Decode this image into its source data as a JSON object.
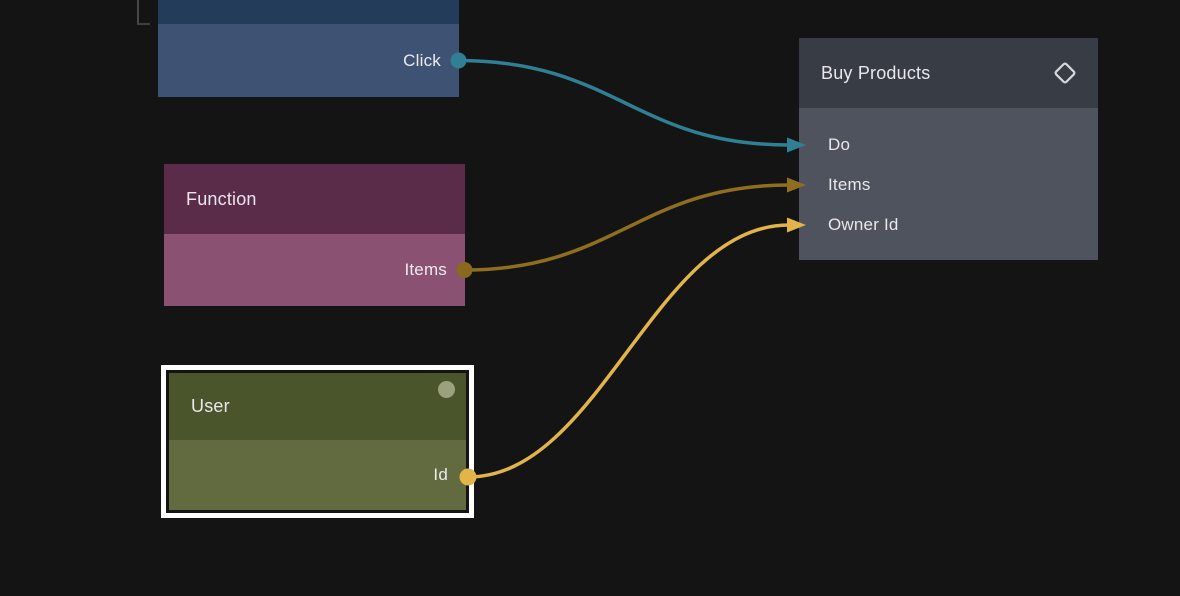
{
  "canvas": {
    "background_color": "#141414"
  },
  "nodes": {
    "event": {
      "header_color": "#233C59",
      "body_color": "#3E5273",
      "outputs": [
        {
          "label": "Click",
          "port_color": "#2F8095"
        }
      ]
    },
    "function": {
      "title": "Function",
      "header_color": "#5B2C4A",
      "body_color": "#8A5173",
      "outputs": [
        {
          "label": "Items",
          "port_color": "#8A691E"
        }
      ]
    },
    "user": {
      "title": "User",
      "selected": true,
      "selection_color": "#FFFFFF",
      "header_color": "#4B552B",
      "body_color": "#626A3F",
      "status_dot_color": "#9AA17C",
      "outputs": [
        {
          "label": "Id",
          "port_color": "#E2B449"
        }
      ]
    },
    "buy_products": {
      "title": "Buy Products",
      "header_icon": "diamond-icon",
      "header_icon_color": "#D6D8DB",
      "header_color": "#383C45",
      "body_color": "#4F535D",
      "inputs": [
        {
          "label": "Do",
          "port_color": "#2F8095"
        },
        {
          "label": "Items",
          "port_color": "#8F6E1F"
        },
        {
          "label": "Owner Id",
          "port_color": "#E2B449"
        }
      ]
    }
  },
  "edges": [
    {
      "from_port": "Click",
      "to_port": "Do",
      "color": "#2F8095"
    },
    {
      "from_port": "Items",
      "to_port": "Items",
      "color": "#8F6E1F"
    },
    {
      "from_port": "Id",
      "to_port": "Owner Id",
      "color": "#E2B449"
    }
  ]
}
